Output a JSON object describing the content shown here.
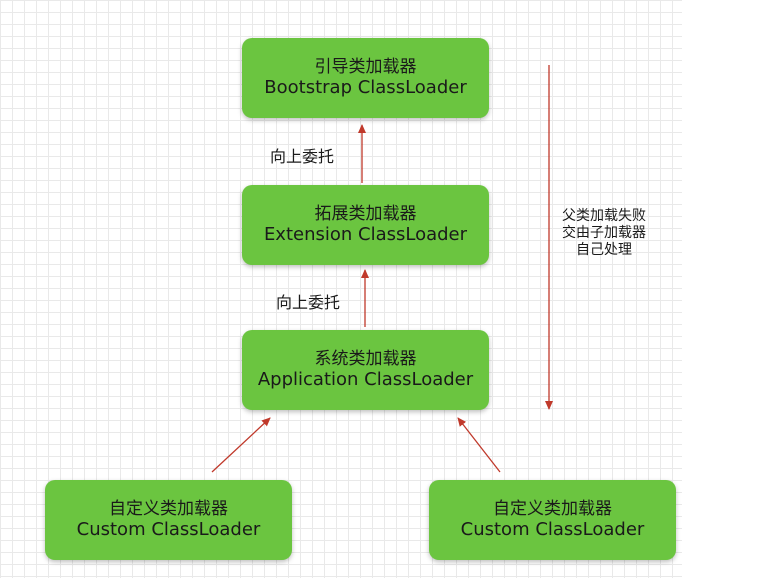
{
  "nodes": {
    "bootstrap": {
      "cn": "引导类加载器",
      "en": "Bootstrap ClassLoader"
    },
    "extension": {
      "cn": "拓展类加载器",
      "en": "Extension ClassLoader"
    },
    "application": {
      "cn": "系统类加载器",
      "en": "Application ClassLoader"
    },
    "custom_left": {
      "cn": "自定义类加载器",
      "en": "Custom ClassLoader"
    },
    "custom_right": {
      "cn": "自定义类加载器",
      "en": "Custom ClassLoader"
    }
  },
  "edge_labels": {
    "ext_to_boot": "向上委托",
    "app_to_ext": "向上委托"
  },
  "side_note": {
    "lines": [
      "父类加载失败",
      "交由子加载器",
      "自己处理"
    ]
  },
  "colors": {
    "node_fill": "#6bc540",
    "arrow": "#c0392b"
  }
}
